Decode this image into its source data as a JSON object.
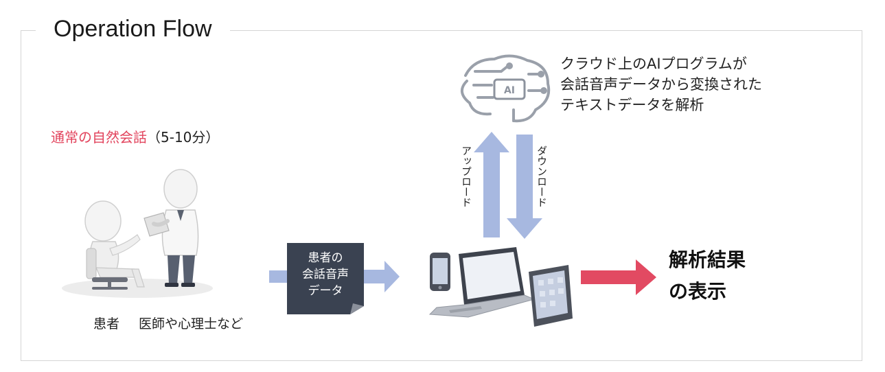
{
  "title": "Operation Flow",
  "conversation": {
    "label": "通常の自然会話",
    "duration": "（5-10分）"
  },
  "people": {
    "patient": "患者",
    "clinician": "医師や心理士など"
  },
  "document": {
    "lines": [
      "患者の",
      "会話音声",
      "データ"
    ]
  },
  "ai": {
    "chip_label": "AI",
    "description": [
      "クラウド上のAIプログラムが",
      "会話音声データから変換された",
      "テキストデータを解析"
    ]
  },
  "arrows": {
    "upload": "アップロード",
    "download": "ダウンロード"
  },
  "result": {
    "lines": [
      "解析結果",
      "の表示"
    ]
  },
  "colors": {
    "accent": "#e2435c",
    "arrow_blue": "#a7b8e0",
    "arrow_red": "#e24a62",
    "document_fill": "#3a4251"
  }
}
